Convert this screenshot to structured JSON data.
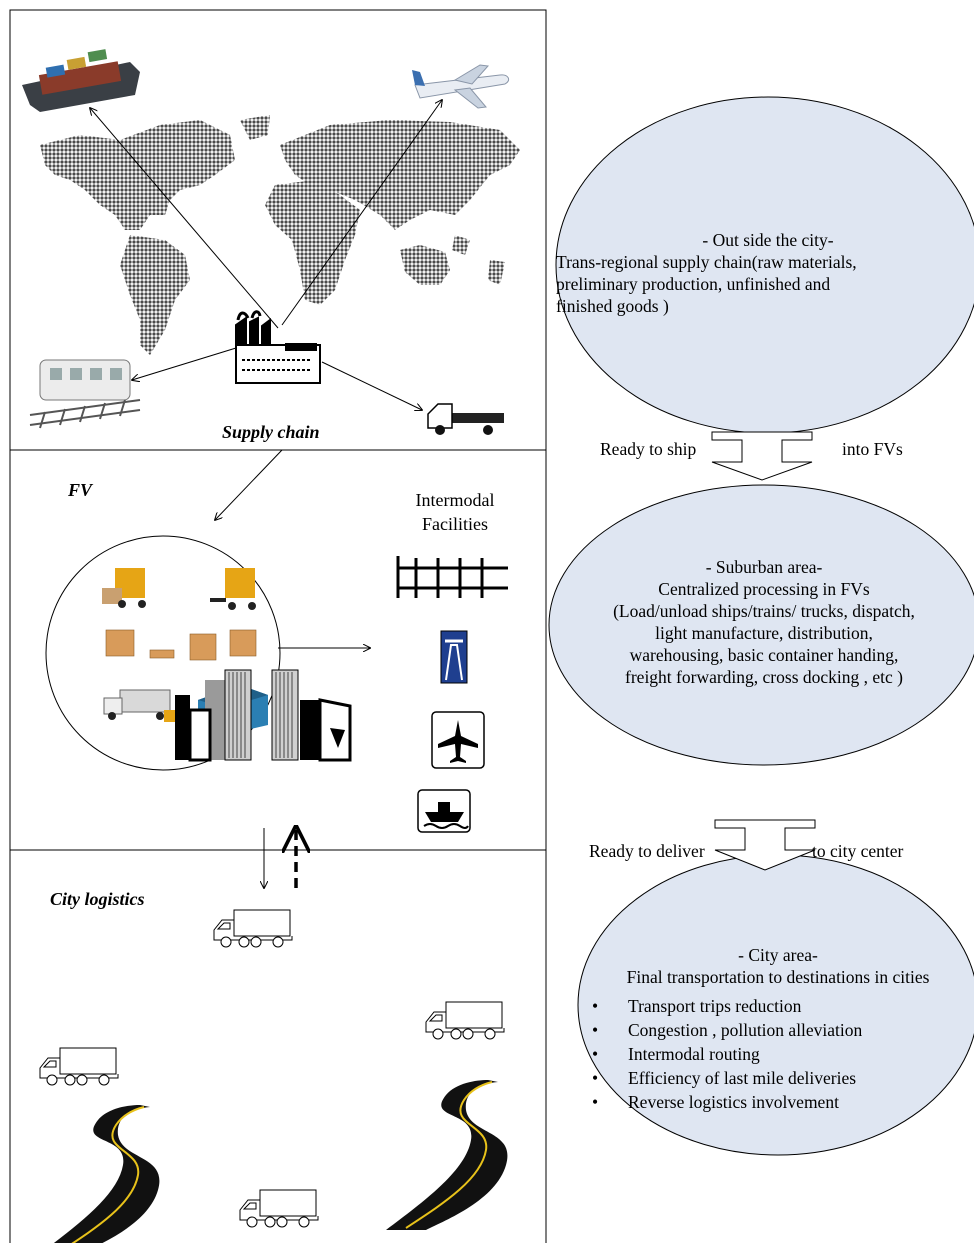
{
  "panels": {
    "supply_chain_title": "Supply chain",
    "fv_title": "FV",
    "city_logistics_title": "City logistics"
  },
  "intermodal": {
    "line1": "Intermodal",
    "line2": "Facilities",
    "icons": [
      "rail-track-icon",
      "highway-sign-icon",
      "airport-sign-icon",
      "port-sign-icon"
    ]
  },
  "ellipses": {
    "outside": {
      "lines": [
        "- Out side the city-",
        "Trans-regional supply chain(raw materials,",
        "preliminary production, unfinished and",
        "finished goods )"
      ]
    },
    "suburban": {
      "lines": [
        "- Suburban area-",
        "Centralized processing in FVs",
        "(Load/unload ships/trains/ trucks, dispatch,",
        "light manufacture, distribution,",
        "warehousing, basic container handing,",
        "freight forwarding, cross docking , etc )"
      ]
    },
    "city": {
      "lines": [
        "- City area-",
        "Final transportation to destinations in cities"
      ],
      "bullets": [
        "Transport trips reduction",
        "Congestion , pollution alleviation",
        "Intermodal routing",
        "Efficiency of last mile deliveries",
        "Reverse logistics involvement"
      ]
    }
  },
  "flow_arrows": {
    "arrow1_left": "Ready to ship",
    "arrow1_right": "into FVs",
    "arrow2_left": "Ready to deliver",
    "arrow2_right": "to city center"
  },
  "colors": {
    "ellipse_fill": "#dfe6f2",
    "map_gray": "#555555",
    "sign_blue": "#1f3f8f",
    "road_black": "#111111",
    "road_stripe": "#e8c21a"
  }
}
